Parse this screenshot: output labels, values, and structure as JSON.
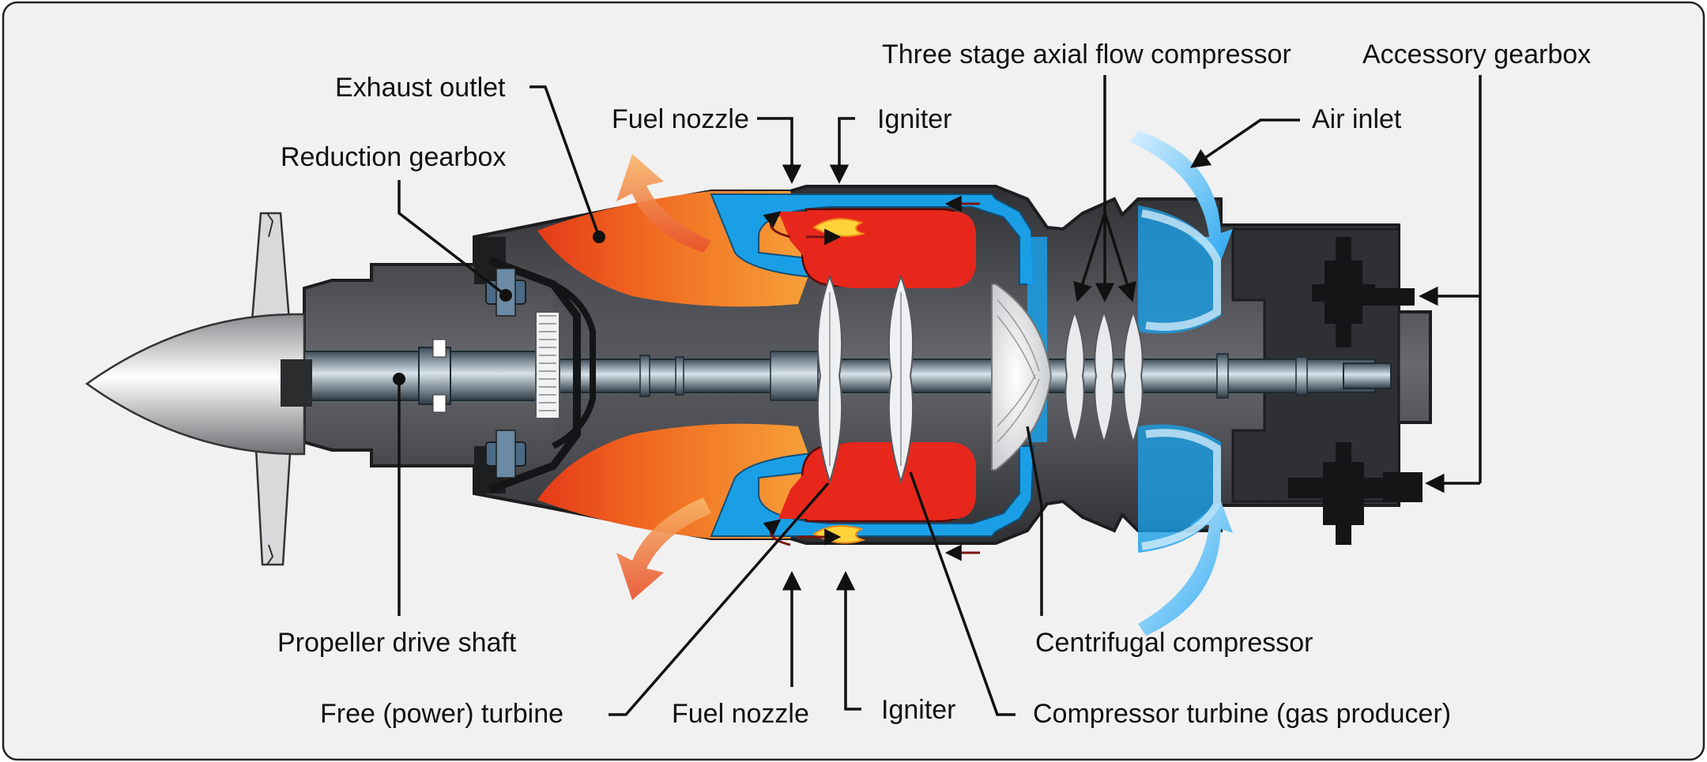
{
  "labels": {
    "exhaust_outlet": "Exhaust outlet",
    "reduction_gearbox": "Reduction gearbox",
    "fuel_nozzle_top": "Fuel nozzle",
    "igniter_top": "Igniter",
    "three_stage_compressor": "Three stage axial flow compressor",
    "accessory_gearbox": "Accessory gearbox",
    "air_inlet": "Air inlet",
    "propeller_drive_shaft": "Propeller drive shaft",
    "free_power_turbine": "Free (power) turbine",
    "fuel_nozzle_bottom": "Fuel nozzle",
    "igniter_bottom": "Igniter",
    "centrifugal_compressor": "Centrifugal compressor",
    "compressor_turbine": "Compressor turbine (gas producer)"
  },
  "colors": {
    "background": "#f1f1f1",
    "casing_dark": "#3a3b3d",
    "casing_mid": "#55575b",
    "combustion_red": "#e8271c",
    "cooling_air_blue": "#1aa3e6",
    "exhaust_orange": "#f07a22",
    "flame_yellow": "#ffd23a",
    "shaft_steel": "#8fa3b3",
    "leader_line": "#111111"
  }
}
